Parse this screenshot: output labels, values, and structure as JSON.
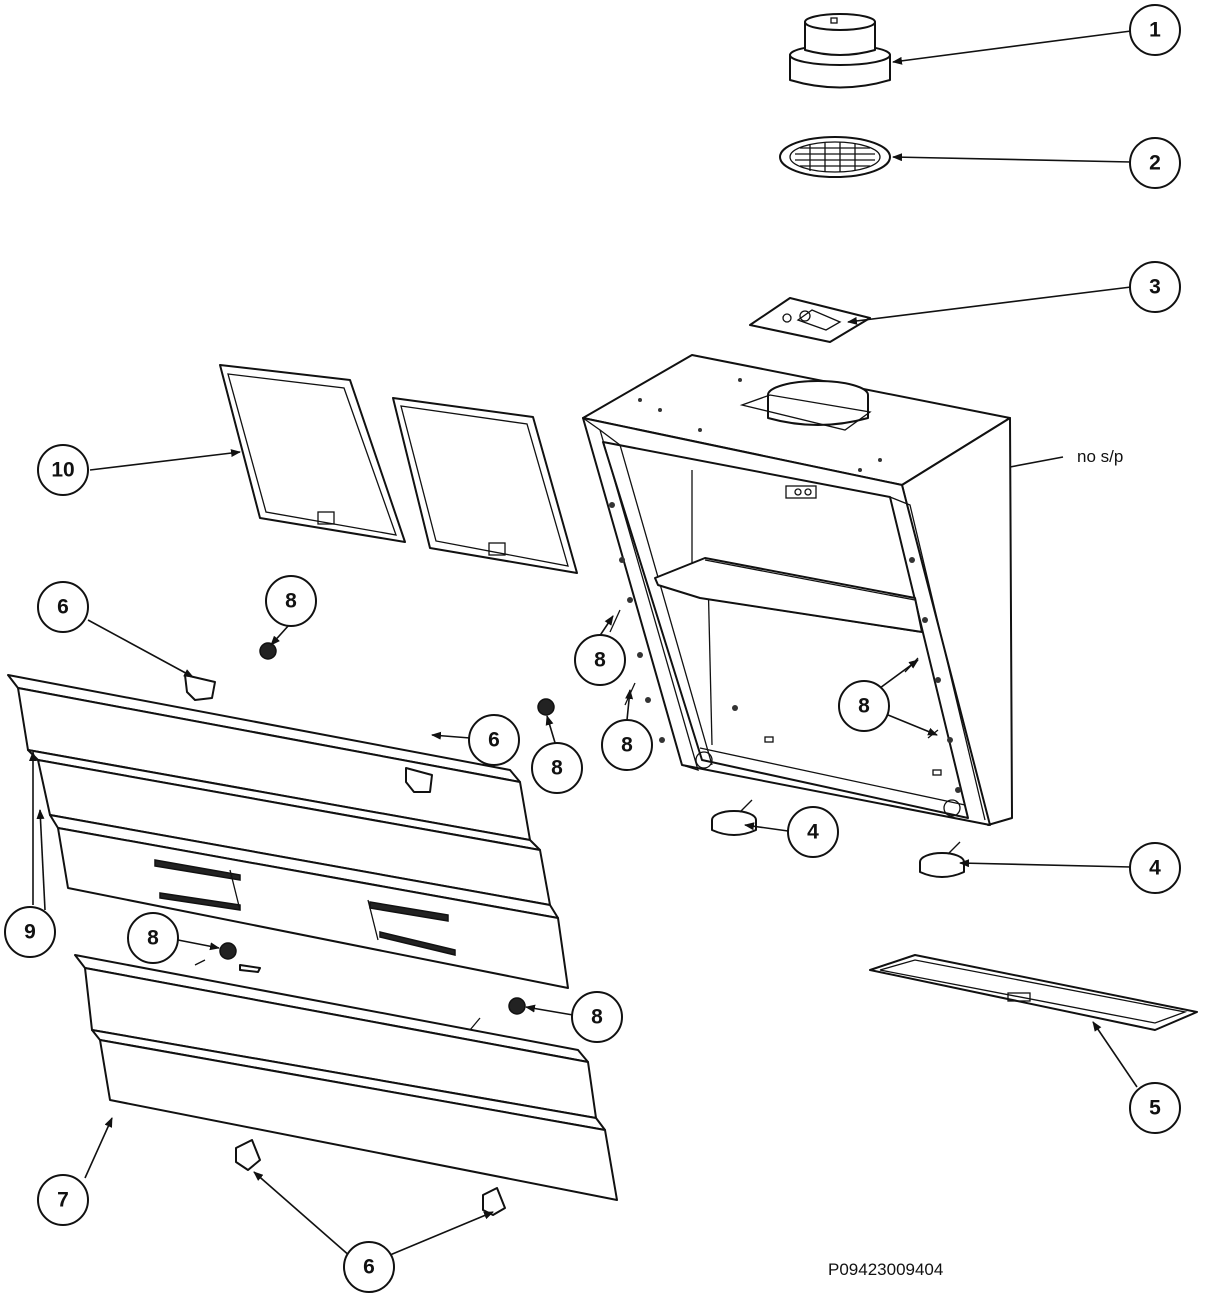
{
  "diagram": {
    "drawing_number": "P09423009404",
    "note_no_spare_part": "no s/p",
    "callouts": [
      {
        "id": "c1",
        "label": "1"
      },
      {
        "id": "c2",
        "label": "2"
      },
      {
        "id": "c3",
        "label": "3"
      },
      {
        "id": "c4a",
        "label": "4"
      },
      {
        "id": "c4b",
        "label": "4"
      },
      {
        "id": "c5",
        "label": "5"
      },
      {
        "id": "c6a",
        "label": "6"
      },
      {
        "id": "c6b",
        "label": "6"
      },
      {
        "id": "c6c",
        "label": "6"
      },
      {
        "id": "c7",
        "label": "7"
      },
      {
        "id": "c8a",
        "label": "8"
      },
      {
        "id": "c8b",
        "label": "8"
      },
      {
        "id": "c8c",
        "label": "8"
      },
      {
        "id": "c8d",
        "label": "8"
      },
      {
        "id": "c8e",
        "label": "8"
      },
      {
        "id": "c8f",
        "label": "8"
      },
      {
        "id": "c8g",
        "label": "8"
      },
      {
        "id": "c9",
        "label": "9"
      },
      {
        "id": "c10",
        "label": "10"
      }
    ]
  }
}
